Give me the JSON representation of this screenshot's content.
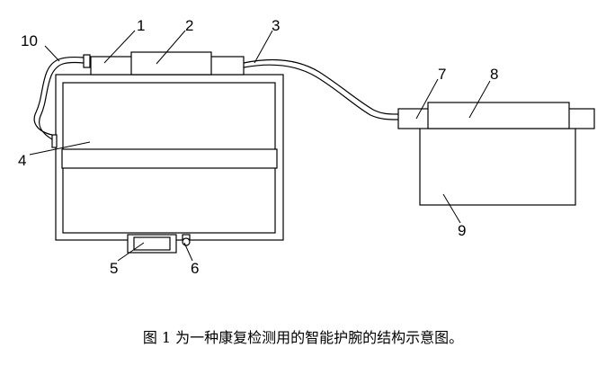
{
  "callouts": {
    "c1": "1",
    "c2": "2",
    "c3": "3",
    "c4": "4",
    "c5": "5",
    "c6": "6",
    "c7": "7",
    "c8": "8",
    "c9": "9",
    "c10": "10"
  },
  "caption": "图 1 为一种康复检测用的智能护腕的结构示意图。"
}
